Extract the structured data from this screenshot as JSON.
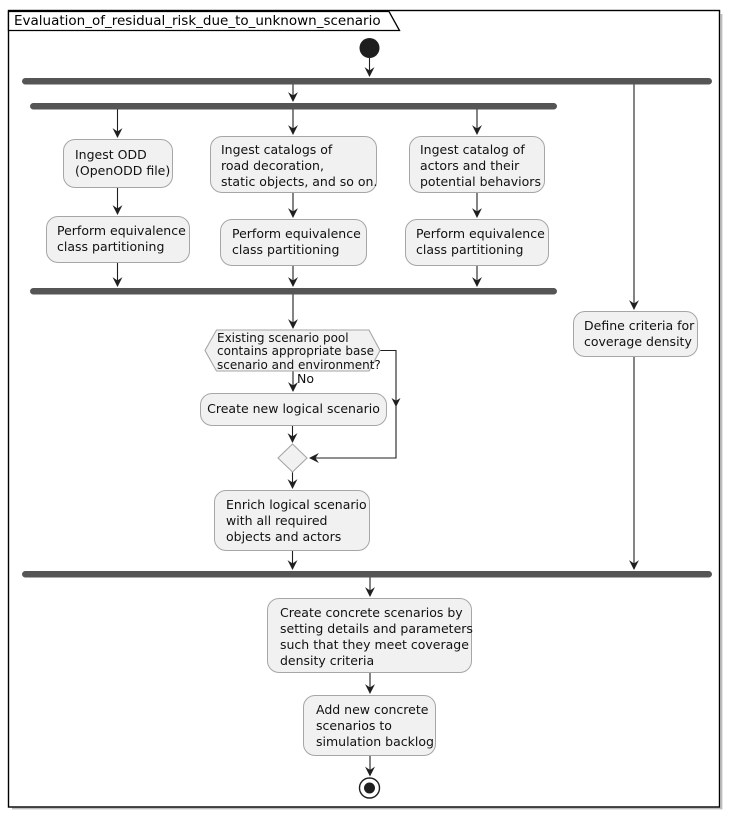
{
  "diagram": {
    "title": "Evaluation_of_residual_risk_due_to_unknown_scenario"
  },
  "colors": {
    "bar": "#555555",
    "node_fill": "#f1f1f1",
    "node_border": "#a6a6a6",
    "line": "#1f1f1f",
    "frame_border": "#000000"
  },
  "branches": [
    {
      "ingest": "Ingest ODD\n(OpenODD file)",
      "perform": "Perform equivalence\nclass partitioning"
    },
    {
      "ingest": "Ingest catalogs of\nroad decoration,\nstatic objects, and so on.",
      "perform": "Perform equivalence\nclass partitioning"
    },
    {
      "ingest": "Ingest catalog of\nactors and their\npotential behaviors",
      "perform": "Perform equivalence\nclass partitioning"
    }
  ],
  "decision": {
    "question": "Existing scenario pool\ncontains appropriate base\nscenario and environment?",
    "no_label": "No"
  },
  "activities": {
    "create_logical": "Create new logical scenario",
    "enrich": "Enrich logical scenario\nwith all required\nobjects and actors",
    "define_criteria": "Define criteria for\ncoverage density",
    "create_concrete": "Create concrete scenarios by\nsetting details and parameters\nsuch that they meet coverage\ndensity criteria",
    "add_backlog": "Add new concrete\nscenarios to\nsimulation backlog"
  }
}
